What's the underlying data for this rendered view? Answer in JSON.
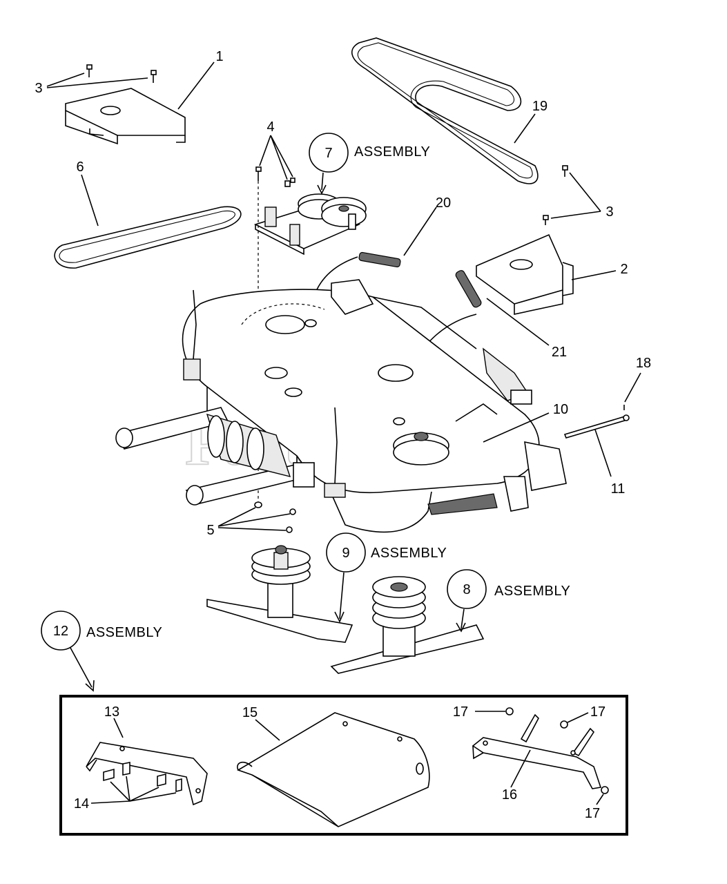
{
  "watermark": "PartsTree",
  "callouts": {
    "c1": "1",
    "c2": "2",
    "c3a": "3",
    "c3b": "3",
    "c4": "4",
    "c5": "5",
    "c6": "6",
    "c7": "7",
    "c8": "8",
    "c9": "9",
    "c10": "10",
    "c11": "11",
    "c12": "12",
    "c13": "13",
    "c14": "14",
    "c15": "15",
    "c16": "16",
    "c17a": "17",
    "c17b": "17",
    "c17c": "17",
    "c18": "18",
    "c19": "19",
    "c20": "20",
    "c21": "21"
  },
  "assembly_labels": {
    "a7": "ASSEMBLY",
    "a8": "ASSEMBLY",
    "a9": "ASSEMBLY",
    "a12": "ASSEMBLY"
  },
  "colors": {
    "line": "#000000",
    "background": "#ffffff",
    "watermark": "#d4d4d4"
  }
}
